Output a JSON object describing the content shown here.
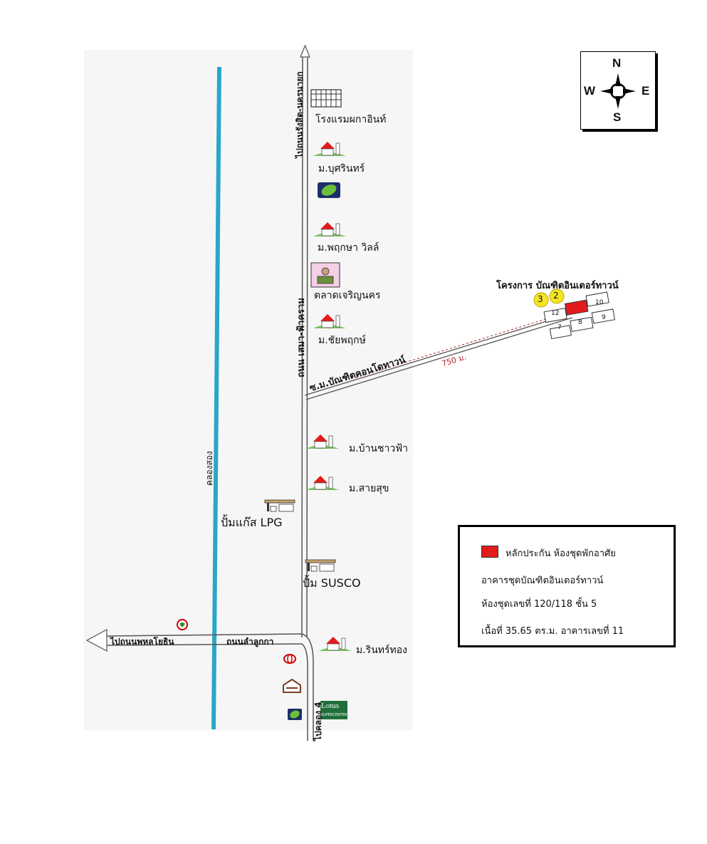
{
  "compass": {
    "n": "N",
    "s": "S",
    "e": "E",
    "w": "W"
  },
  "roads": {
    "main_road_label": "ถนน เสมา-ฟ้าคราม",
    "north_road_label": "ไปถนนรังสิต-นครนายก",
    "soi_label": "ซ.ม.บัณฑิตคอนโดทาวน์",
    "soi_distance": "750 ม.",
    "canal_label": "คลองสอง",
    "cross_road_label": "ถนนลำลูกกา",
    "west_road_label": "ไปถนนพหลโยธิน",
    "south_road_label": "ไปคลอง 4"
  },
  "places": {
    "hotel": "โรงแรมผกาอินท์",
    "village_busarin": "ม.บุศรินทร์",
    "village_pruksa": "ม.พฤกษา วิลล์",
    "market": "ตลาดเจริญนคร",
    "village_chaiyapruk": "ม.ชัยพฤกษ์",
    "village_ban_chao_fa": "ม.บ้านชาวฟ้า",
    "village_saisuk": "ม.สายสุข",
    "lpg_station": "ปั้มแก๊ส LPG",
    "susco_station": "ปั้ม SUSCO",
    "village_rin_thong": "ม.รินทร์ทอง",
    "lotus_logo_text": "Lotus",
    "lotus_sub_text": "SUPERCENTER"
  },
  "project": {
    "title": "โครงการ บัณฑิตอินเตอร์ทาวน์",
    "circle_a": "3",
    "circle_b": "2",
    "block_12": "12",
    "block_10": "10",
    "block_9": "9",
    "block_8": "8",
    "block_7": "7"
  },
  "legend": {
    "swatch_color": "#e31b1b",
    "collateral": "หลักประกัน ห้องชุดพักอาศัย",
    "building": "อาคารชุดบัณฑิตอินเตอร์ทาวน์",
    "unit": "ห้องชุดเลขที่ 120/118 ชั้น 5",
    "area": "เนื้อที่ 35.65 ตร.ม. อาคารเลขที่ 11"
  },
  "colors": {
    "canal": "#2aa6c8",
    "road_line": "#555555",
    "soi_line": "#b22222",
    "highlight": "#e31b1b",
    "circle_fill": "#f5e524"
  }
}
